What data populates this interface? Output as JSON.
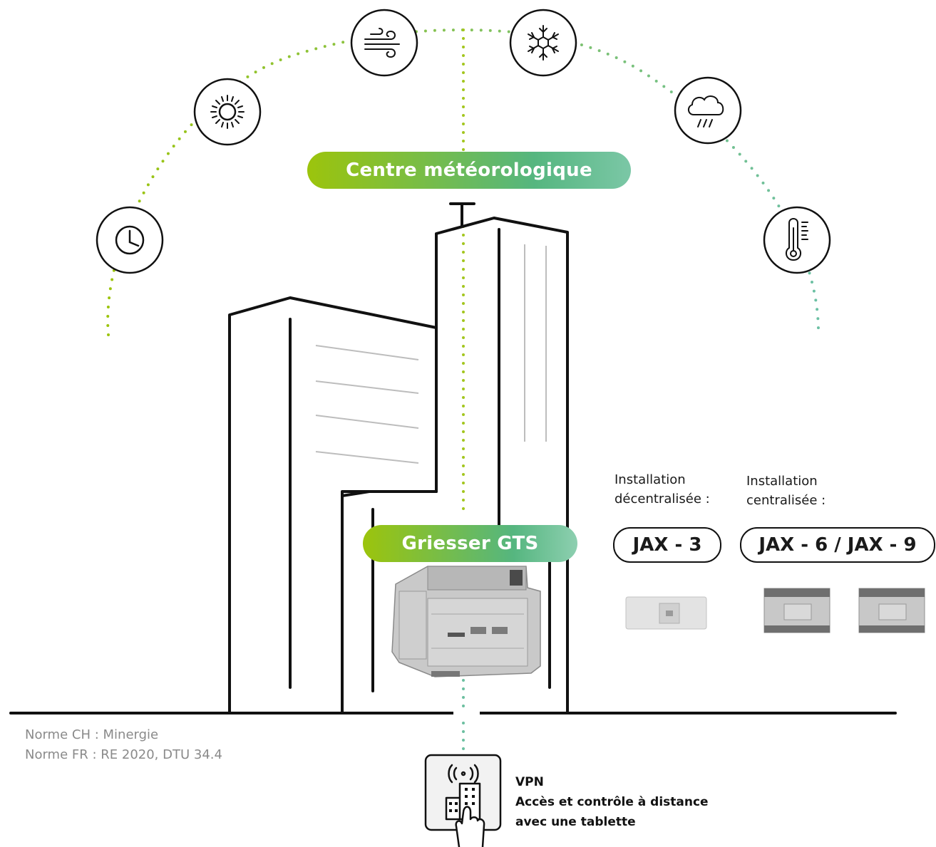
{
  "labels": {
    "weather_center": "Centre météorologique",
    "griesser_gts": "Griesser GTS",
    "decentralized_1": "Installation",
    "decentralized_2": "décentralisée :",
    "centralized_1": "Installation",
    "centralized_2": "centralisée :",
    "jax3": "JAX - 3",
    "jax69": "JAX - 6 / JAX - 9",
    "norm_ch": "Norme CH : Minergie",
    "norm_fr": "Norme FR : RE 2020, DTU 34.4",
    "vpn_title": "VPN",
    "vpn_line1": "Accès et contrôle à distance",
    "vpn_line2": "avec une tablette"
  },
  "weather_icons": [
    "clock-icon",
    "sun-icon",
    "wind-icon",
    "snowflake-icon",
    "rain-cloud-icon",
    "thermometer-icon"
  ],
  "colors": {
    "green": "#9cc40c",
    "teal": "#55b67f",
    "dot_left": "#a3c61e",
    "dot_right": "#6cbfa0",
    "line": "#111111"
  }
}
